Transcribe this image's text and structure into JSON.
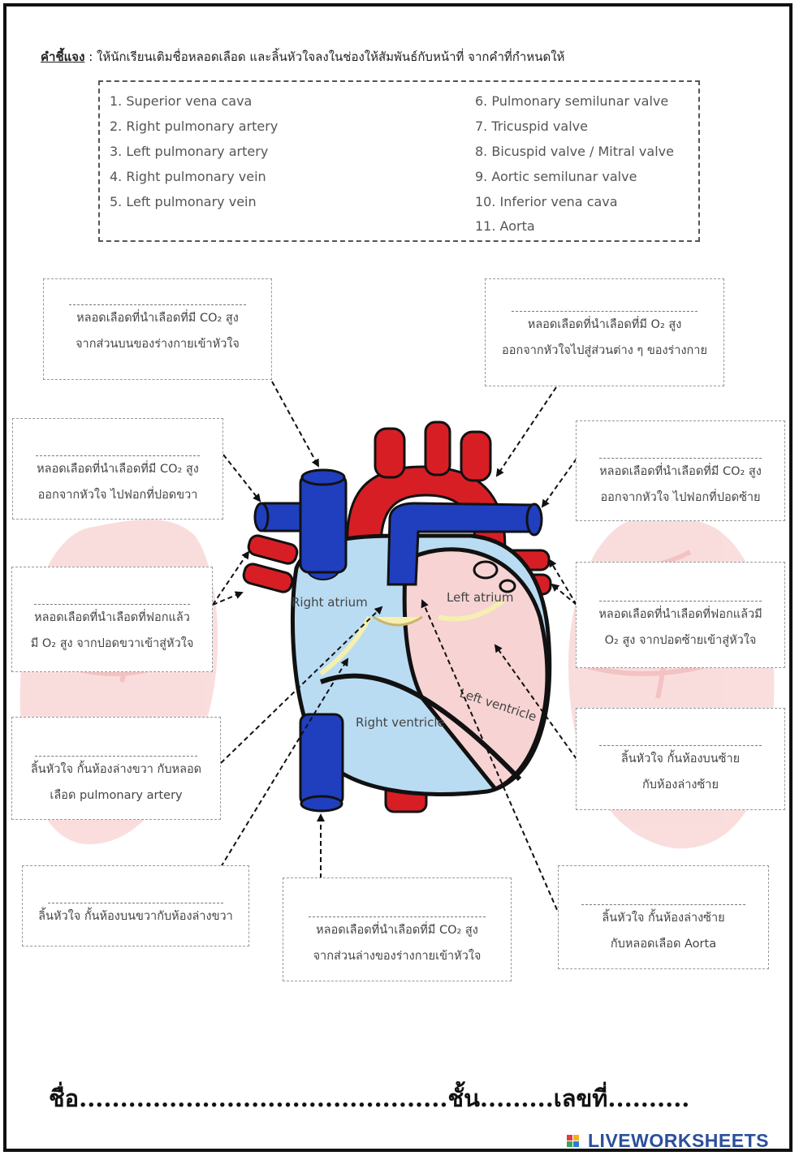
{
  "instruction": {
    "label": "คำชี้แจง",
    "text": " : ให้นักเรียนเติมชื่อหลอดเลือด และลิ้นหัวใจลงในช่องให้สัมพันธ์กับหน้าที่  จากคำที่กำหนดให้"
  },
  "word_bank": [
    "1. Superior vena cava",
    "2. Right pulmonary artery",
    "3. Left pulmonary artery",
    "4. Right pulmonary vein",
    "5. Left pulmonary vein",
    "6. Pulmonary semilunar valve",
    "7. Tricuspid valve",
    "8. Bicuspid valve / Mitral valve",
    "9. Aortic semilunar valve",
    "10. Inferior vena cava",
    "11. Aorta"
  ],
  "boxes": [
    {
      "line1": "หลอดเลือดที่นำเลือดที่มี CO₂ สูง",
      "line2": "จากส่วนบนของร่างกายเข้าหัวใจ"
    },
    {
      "line1": "หลอดเลือดที่นำเลือดที่มี O₂ สูง",
      "line2": "ออกจากหัวใจไปสู่ส่วนต่าง ๆ ของร่างกาย"
    },
    {
      "line1": "หลอดเลือดที่นำเลือดที่มี CO₂ สูง",
      "line2": "ออกจากหัวใจ ไปฟอกที่ปอดขวา"
    },
    {
      "line1": "หลอดเลือดที่นำเลือดที่มี CO₂ สูง",
      "line2": "ออกจากหัวใจ ไปฟอกที่ปอดซ้าย"
    },
    {
      "line1": "หลอดเลือดที่นำเลือดที่ฟอกแล้ว",
      "line2": "มี O₂ สูง จากปอดขวาเข้าสู่หัวใจ"
    },
    {
      "line1": "หลอดเลือดที่นำเลือดที่ฟอกแล้วมี",
      "line2": "O₂ สูง จากปอดซ้ายเข้าสู่หัวใจ"
    },
    {
      "line1": "ลิ้นหัวใจ กั้นห้องล่างขวา กับหลอด",
      "line2": "เลือด pulmonary artery"
    },
    {
      "line1": "ลิ้นหัวใจ กั้นห้องบนซ้าย",
      "line2": "กับห้องล่างซ้าย"
    },
    {
      "line1": "ลิ้นหัวใจ กั้นห้องบนขวากับห้องล่างขวา",
      "line2": ""
    },
    {
      "line1": "หลอดเลือดที่นำเลือดที่มี CO₂ สูง",
      "line2": "จากส่วนล่างของร่างกายเข้าหัวใจ"
    },
    {
      "line1": "ลิ้นหัวใจ กั้นห้องล่างซ้าย",
      "line2": "กับหลอดเลือด Aorta"
    }
  ],
  "heart_labels": {
    "right_atrium": "Right atrium",
    "left_atrium": "Left atrium",
    "right_ventricle": "Right ventricle",
    "left_ventricle": "Left ventricle"
  },
  "footer": "ชื่อ.............................................ชั้น.........เลขที่..........",
  "brand": "LIVEWORKSHEETS",
  "colors": {
    "artery_red": "#d81e25",
    "vein_blue": "#1f3fbf",
    "right_side_light_blue": "#b9dcf3",
    "left_side_pink": "#f7d3d3",
    "lung_pink": "#f8d6d6",
    "valve_yellow": "#f5efb0"
  }
}
